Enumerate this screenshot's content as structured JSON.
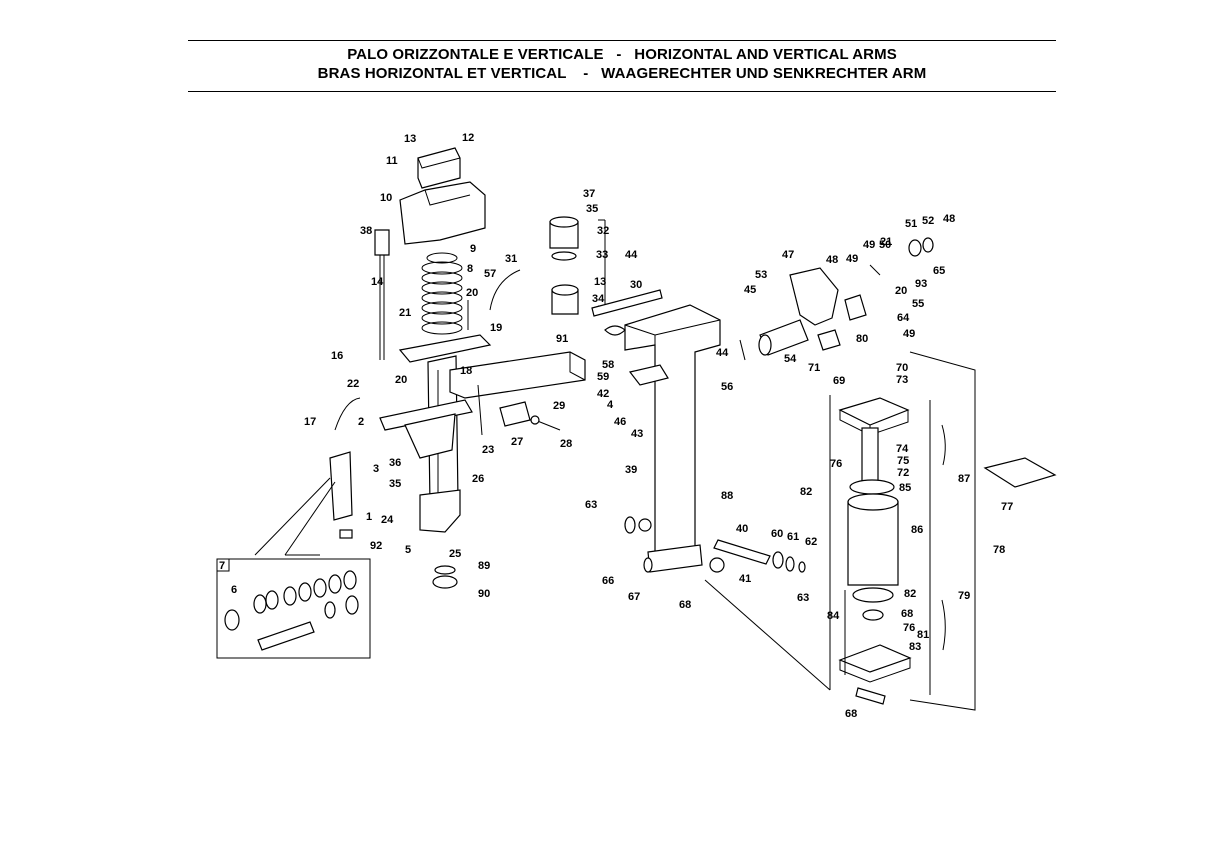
{
  "header": {
    "line1": "PALO ORIZZONTALE E VERTICALE   -   HORIZONTAL AND VERTICAL ARMS",
    "line2": "BRAS HORIZONTAL ET VERTICAL    -   WAAGERECHTER UND SENKRECHTER ARM"
  },
  "inset_label": "7",
  "callouts": [
    "13",
    "12",
    "11",
    "10",
    "38",
    "9",
    "8",
    "57",
    "14",
    "21",
    "20",
    "19",
    "16",
    "18",
    "22",
    "20",
    "17",
    "2",
    "3",
    "36",
    "35",
    "24",
    "5",
    "1",
    "92",
    "25",
    "26",
    "23",
    "27",
    "28",
    "29",
    "31",
    "37",
    "35",
    "32",
    "33",
    "13",
    "34",
    "44",
    "30",
    "91",
    "58",
    "59",
    "42",
    "4",
    "46",
    "43",
    "56",
    "39",
    "63",
    "66",
    "67",
    "68",
    "88",
    "40",
    "41",
    "60",
    "61",
    "62",
    "63",
    "89",
    "90",
    "6",
    "47",
    "48",
    "49",
    "50",
    "51",
    "52",
    "48",
    "49",
    "21",
    "65",
    "93",
    "20",
    "55",
    "64",
    "49",
    "53",
    "45",
    "44",
    "54",
    "80",
    "71",
    "69",
    "70",
    "73",
    "74",
    "75",
    "72",
    "76",
    "85",
    "82",
    "87",
    "77",
    "86",
    "78",
    "82",
    "79",
    "68",
    "76",
    "81",
    "83",
    "84",
    "68"
  ]
}
